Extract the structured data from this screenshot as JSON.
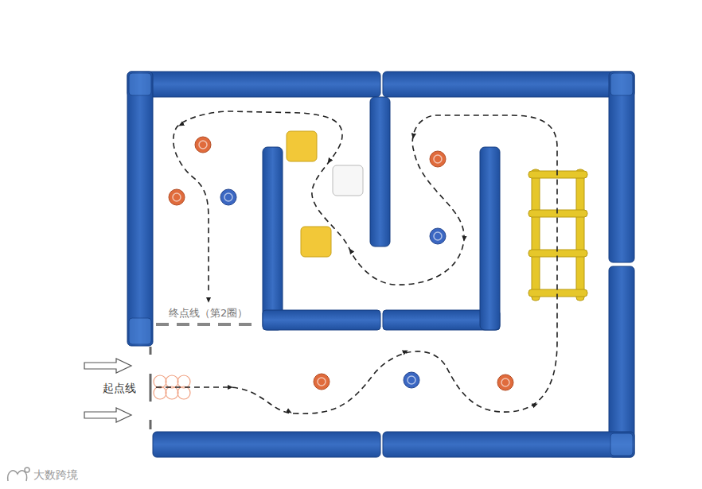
{
  "diagram": {
    "labels": [
      "终点线（第2圈）",
      "起点线",
      "大数跨境"
    ]
  }
}
